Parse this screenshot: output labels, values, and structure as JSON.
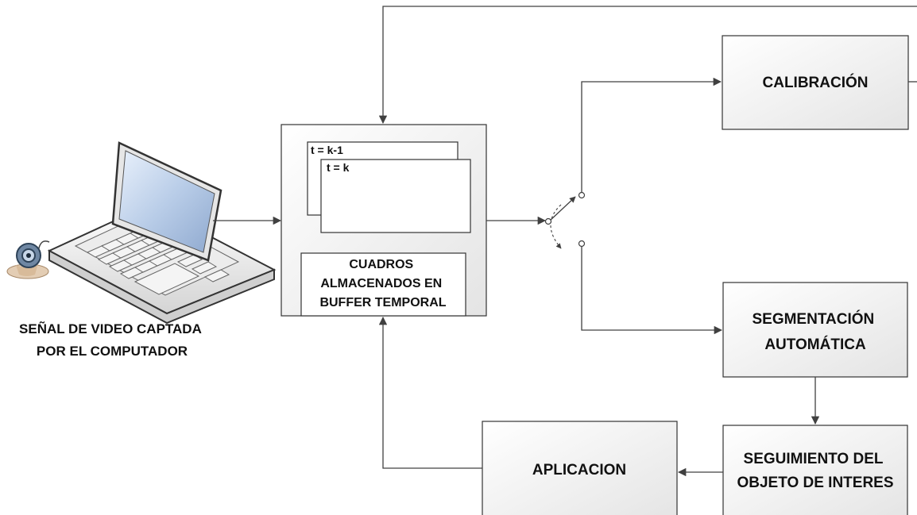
{
  "diagram": {
    "source_caption": [
      "SEÑAL DE VIDEO CAPTADA",
      "POR EL COMPUTADOR"
    ],
    "buffer": {
      "frame_prev": "t = k-1",
      "frame_curr": "t = k",
      "caption": [
        "CUADROS",
        "ALMACENADOS EN",
        "BUFFER TEMPORAL"
      ]
    },
    "calibration": [
      "CALIBRACIÓN"
    ],
    "segmentation": [
      "SEGMENTACIÓN",
      "AUTOMÁTICA"
    ],
    "tracking": [
      "SEGUIMIENTO DEL",
      "OBJETO DE INTERES"
    ],
    "application": [
      "APLICACION"
    ]
  }
}
